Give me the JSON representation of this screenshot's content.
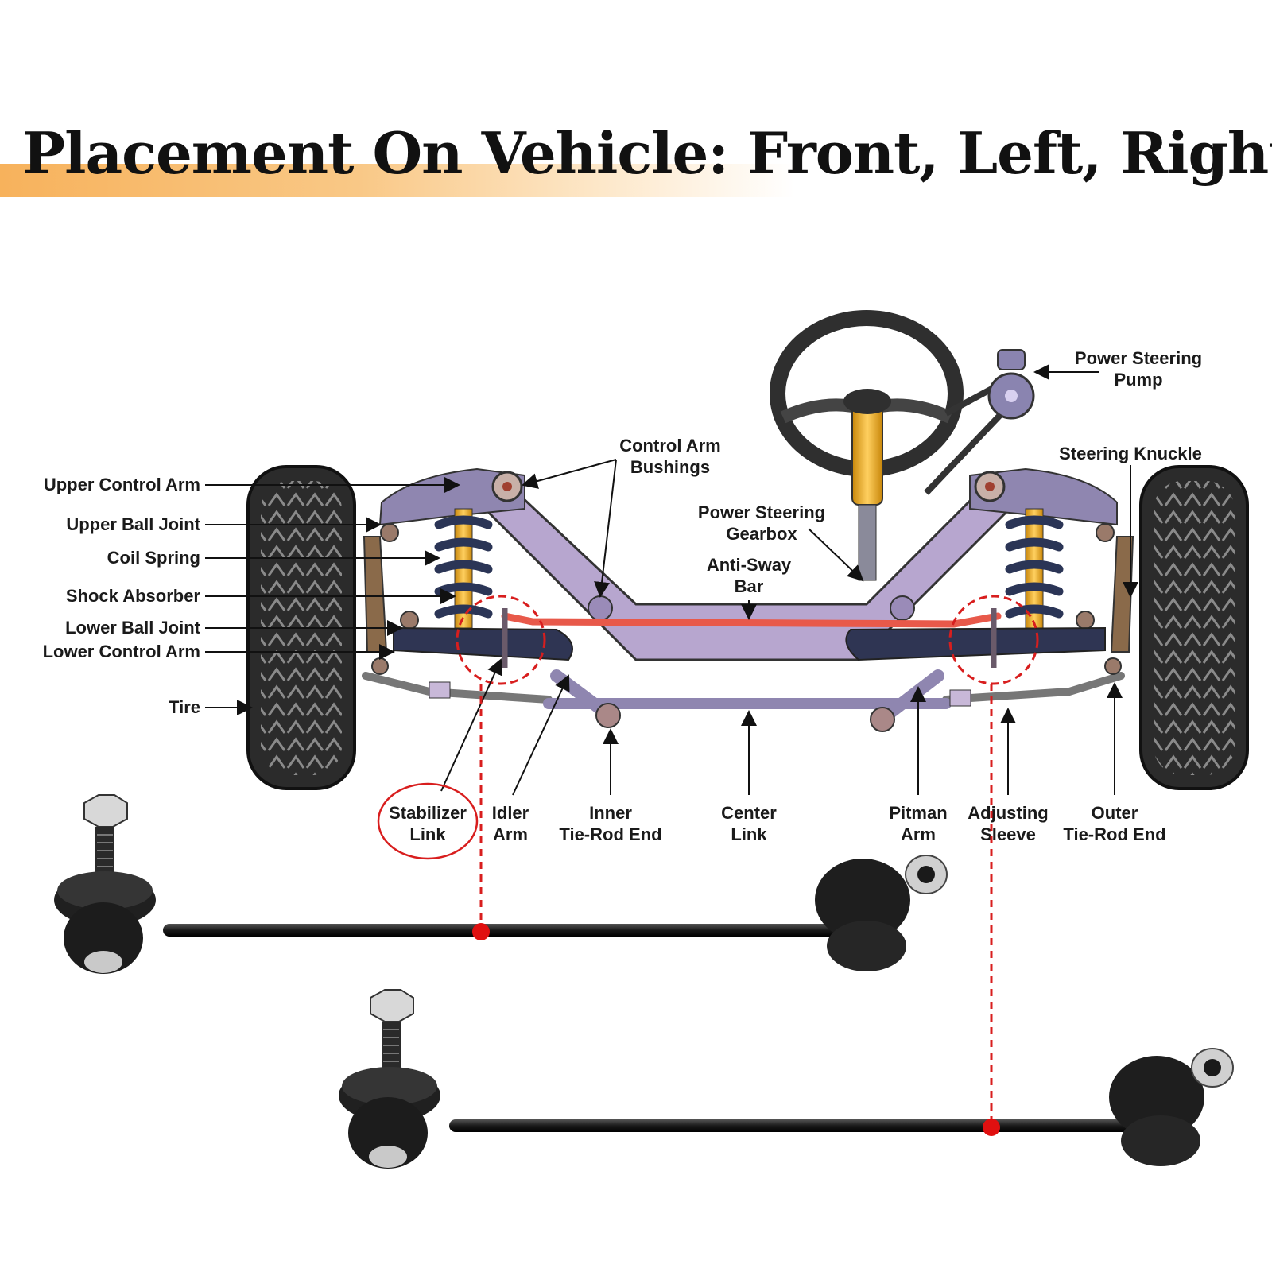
{
  "title": "Placement On Vehicle: Front, Left, Right",
  "colors": {
    "accent_band": "#f7b25c",
    "frame": "#b7a6cf",
    "control_arm": "#8f86b0",
    "anti_sway_bar": "#e8594a",
    "spring": "#2b3556",
    "shock": "#f0b020",
    "highlight": "#d81e1e",
    "tire": "#2e2e2e"
  },
  "labels": {
    "upper_control_arm": "Upper Control Arm",
    "upper_ball_joint": "Upper Ball Joint",
    "coil_spring": "Coil Spring",
    "shock_absorber": "Shock Absorber",
    "lower_ball_joint": "Lower Ball Joint",
    "lower_control_arm": "Lower Control Arm",
    "tire": "Tire",
    "control_arm_bushings": [
      "Control Arm",
      "Bushings"
    ],
    "power_steering_gearbox": [
      "Power Steering",
      "Gearbox"
    ],
    "anti_sway_bar": [
      "Anti-Sway",
      "Bar"
    ],
    "power_steering_pump": [
      "Power Steering",
      "Pump"
    ],
    "steering_knuckle": "Steering Knuckle",
    "stabilizer_link": [
      "Stabilizer",
      "Link"
    ],
    "idler_arm": [
      "Idler",
      "Arm"
    ],
    "inner_tie_rod_end": [
      "Inner",
      "Tie-Rod End"
    ],
    "center_link": [
      "Center",
      "Link"
    ],
    "pitman_arm": [
      "Pitman",
      "Arm"
    ],
    "adjusting_sleeve": [
      "Adjusting",
      "Sleeve"
    ],
    "outer_tie_rod_end": [
      "Outer",
      "Tie-Rod End"
    ]
  }
}
